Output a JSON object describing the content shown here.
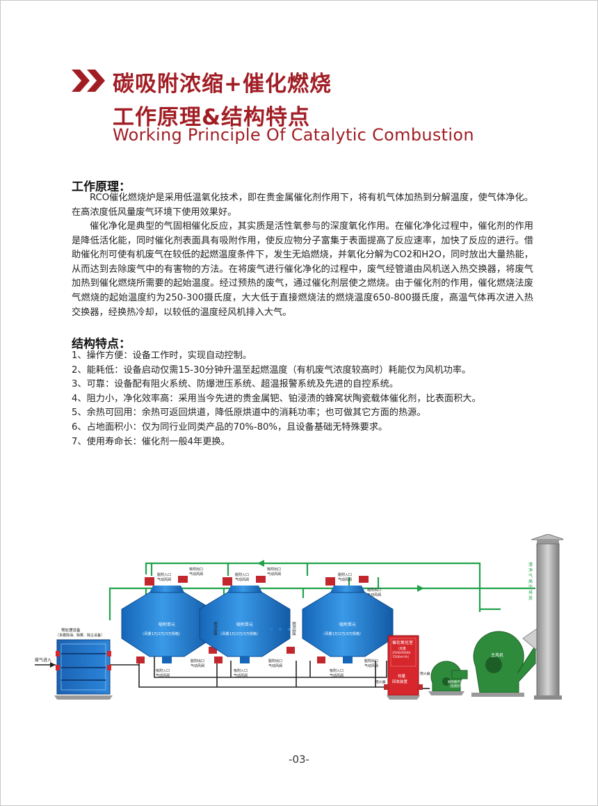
{
  "header": {
    "title_line1": "碳吸附浓缩+催化燃烧",
    "title_line2": "工作原理&结构特点",
    "title_en": "Working Principle Of Catalytic Combustion"
  },
  "principle": {
    "heading": "工作原理：",
    "para1": "RCO催化燃烧炉是采用低温氧化技术，即在贵金属催化剂作用下，将有机气体加热到分解温度，使气体净化。在高浓度低风量废气环境下使用效果好。",
    "para2": "催化净化是典型的气固相催化反应，其实质是活性氧参与的深度氧化作用。在催化净化过程中，催化剂的作用是降低活化能，同时催化剂表面具有吸附作用，使反应物分子富集于表面提高了反应速率，加快了反应的进行。借助催化剂可使有机废气在较低的起燃温度条件下，发生无焰燃烧，并氧化分解为CO2和H2O，同时放出大量热能，从而达到去除废气中的有害物的方法。在将废气进行催化净化的过程中，废气经管道由风机送入热交换器，将废气加热到催化燃烧所需要的起始温度。经过预热的废气，通过催化剂层使之燃烧。由于催化剂的作用，催化燃烧法废气燃烧的起始温度约为250-300摄氏度，大大低于直接燃烧法的燃烧温度650-800摄氏度，高温气体再次进入热交换器，经换热冷却，以较低的温度经风机排入大气。"
  },
  "features": {
    "heading": "结构特点：",
    "items": [
      "1、操作方便：设备工作时，实现自动控制。",
      "2、能耗低：设备启动仅需15-30分钟升温至起燃温度（有机废气浓度较高时）耗能仅为风机功率。",
      "3、可靠：设备配有阻火系统、防爆泄压系统、超温报警系统及先进的自控系统。",
      "4、阻力小，净化效率高：采用当今先进的贵金属钯、铂浸渍的蜂窝状陶瓷载体催化剂，比表面积大。",
      "5、余热可回用：余热可返回烘道，降低原烘道中的消耗功率；也可做其它方面的热源。",
      "6、占地面积小：仅为同行业同类产品的70%-80%，且设备基础无特殊要求。",
      "7、使用寿命长：催化剂一般4年更换。"
    ]
  },
  "diagram": {
    "inlet_label": "废气进入",
    "pre_treat_lines": [
      "预处理设备",
      "（多膜除油、除雾、除尘设备）"
    ],
    "tower_title": "吸附单元",
    "tower_spec": "（风量1万/2万/3万规格）",
    "valve_in": [
      "吸附出口",
      "气动风阀"
    ],
    "valve_top": [
      "脱附入口",
      "气动风阀"
    ],
    "valve_bottom_in": [
      "吸附入口",
      "气动风阀"
    ],
    "valve_bottom_out": [
      "脱附出口",
      "气动风阀"
    ],
    "side_a": [
      "脱附温度",
      "传感"
    ],
    "side_b": [
      "脱附温度",
      "传感"
    ],
    "dots": "• • •",
    "catalytic_title": "催化氧化室",
    "catalytic_spec": [
      "（风量",
      "2500/5000/",
      "7500m³/h）"
    ],
    "heat_box": [
      "热量",
      "回收装置"
    ],
    "fire_arrester_left": "阻火器",
    "fire_arrester_right": "阻火器",
    "desorb_fan": [
      "脱附循环风机",
      "（变频控制）"
    ],
    "main_fan": "主风机",
    "stack_label": [
      "清",
      "净",
      "气",
      "高",
      "空",
      "排",
      "放"
    ],
    "page_number": "-03-"
  },
  "colors": {
    "brand_red": "#a11d24",
    "tower_blue": "#1f7fd0",
    "pipe_green": "#1fa14a",
    "fan_green": "#2e8b3c",
    "catalytic_red": "#d7262c"
  }
}
